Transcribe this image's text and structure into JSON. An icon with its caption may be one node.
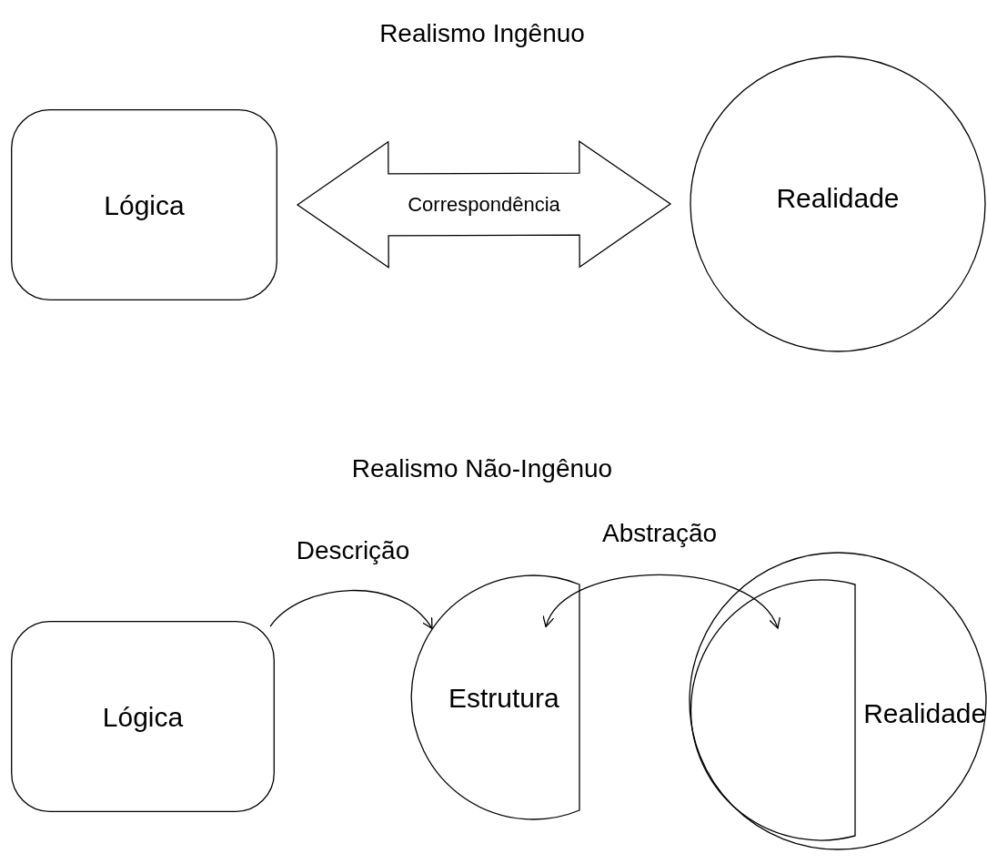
{
  "diagram": {
    "nodes": [
      {
        "text": [
          "Lógica"
        ]
      },
      {
        "text": [
          "Realidade"
        ]
      },
      {
        "text": [
          "Lógica"
        ]
      },
      {
        "text": [
          "Estrutura"
        ]
      },
      {
        "text": [
          "Realidade"
        ]
      }
    ],
    "edges": [
      {
        "from": 0,
        "to": 1,
        "arrow": "both",
        "label": "Correspondência",
        "style": "thick"
      },
      {
        "from": 2,
        "to": 3,
        "arrow": "to",
        "label": "Descrição"
      },
      {
        "from": 3,
        "to": 4,
        "arrow": "both",
        "label": "Abstração"
      }
    ],
    "labels": [
      "Realismo Ingênuo",
      "Realismo Não-Ingênuo"
    ]
  }
}
